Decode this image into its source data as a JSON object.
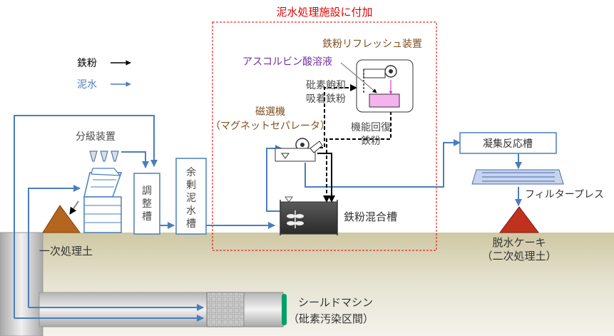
{
  "title": "泥水処理施設に付加",
  "legend": {
    "iron": "鉄粉",
    "slurry": "泥水"
  },
  "labels": {
    "classifier": "分級装置",
    "adjust_tank": [
      "調",
      "整",
      "槽"
    ],
    "surplus_tank": [
      "余",
      "剰",
      "泥",
      "水",
      "槽"
    ],
    "primary_soil": "一次処理土",
    "magnet_1": "磁選機",
    "magnet_2": "（マグネットセパレータ）",
    "ascorbic": "アスコルビン酸溶液",
    "refresh": "鉄粉リフレッシュ装置",
    "arsenic_1": "砒素飽和",
    "arsenic_2": "吸着鉄粉",
    "recovered_1": "機能回復",
    "recovered_2": "鉄粉",
    "mix_tank": "鉄粉混合槽",
    "coag_tank": "凝集反応槽",
    "filter_press": "フィルタープレス",
    "cake_1": "脱水ケーキ",
    "cake_2": "（二次処理土）",
    "shield_1": "シールドマシン",
    "shield_2": "（砒素汚染区間）"
  },
  "colors": {
    "slurry": "#4a7ebb",
    "iron": "#000000",
    "title": "#e00000",
    "ascorbic": "#7030a0",
    "brown_text": "#7f4f1f",
    "ground": "#d9d3b4",
    "soil": "#b5651d",
    "cake": "#c0311e"
  }
}
